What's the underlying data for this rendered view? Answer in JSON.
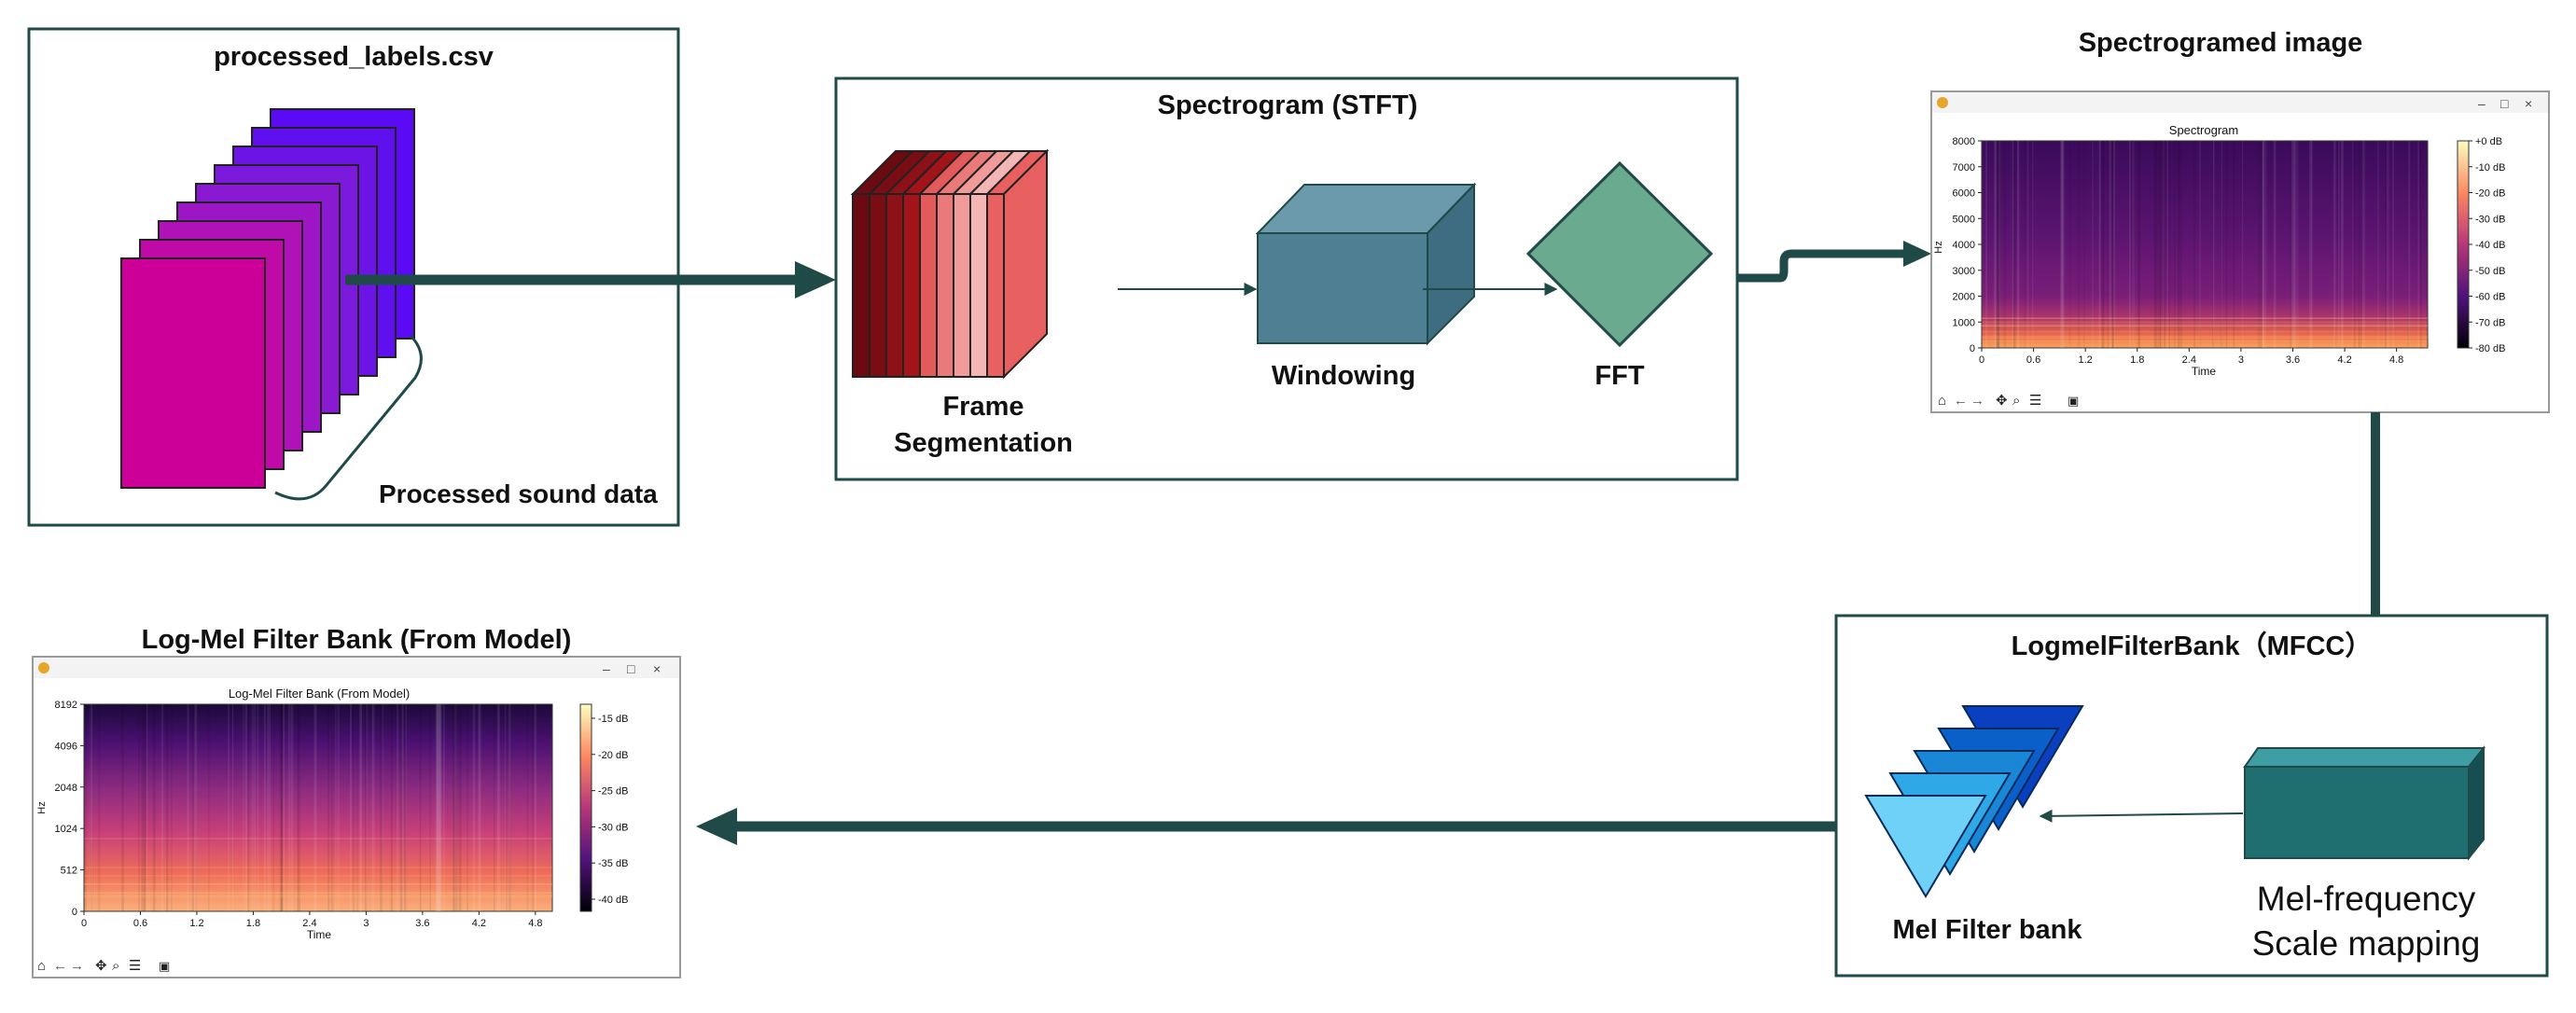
{
  "input_panel": {
    "title": "processed_labels.csv",
    "caption": "Processed sound data"
  },
  "stft_panel": {
    "title": "Spectrogram (STFT)",
    "frame_label_line1": "Frame",
    "frame_label_line2": "Segmentation",
    "windowing_label": "Windowing",
    "fft_label": "FFT"
  },
  "spectrogram_window": {
    "heading": "Spectrogramed image",
    "plot_title": "Spectrogram",
    "ylabel": "Hz",
    "xlabel": "Time",
    "y_ticks": [
      "8000",
      "7000",
      "6000",
      "5000",
      "4000",
      "3000",
      "2000",
      "1000",
      "0"
    ],
    "x_ticks": [
      "0",
      "0.6",
      "1.2",
      "1.8",
      "2.4",
      "3",
      "3.6",
      "4.2",
      "4.8"
    ],
    "colorbar_ticks": [
      "+0 dB",
      "-10 dB",
      "-20 dB",
      "-30 dB",
      "-40 dB",
      "-50 dB",
      "-60 dB",
      "-70 dB",
      "-80 dB"
    ],
    "window_controls": [
      "–",
      "□",
      "×"
    ]
  },
  "mfcc_panel": {
    "title": "LogmelFilterBank（MFCC）",
    "filter_label": "Mel Filter bank",
    "mapping_line1": "Mel-frequency",
    "mapping_line2": "Scale mapping"
  },
  "logmel_window": {
    "heading": "Log-Mel Filter Bank (From Model)",
    "plot_title": "Log-Mel Filter Bank (From Model)",
    "ylabel": "Hz",
    "xlabel": "Time",
    "y_ticks": [
      "8192",
      "4096",
      "2048",
      "1024",
      "512",
      "0"
    ],
    "x_ticks": [
      "0",
      "0.6",
      "1.2",
      "1.8",
      "2.4",
      "3",
      "3.6",
      "4.2",
      "4.8"
    ],
    "colorbar_ticks": [
      "-15 dB",
      "-20 dB",
      "-25 dB",
      "-30 dB",
      "-35 dB",
      "-40 dB"
    ],
    "window_controls": [
      "–",
      "□",
      "×"
    ]
  },
  "colors": {
    "arrow": "#1f4a48",
    "panel_border": "#1f4a48",
    "windowing_box": "#4f7f92",
    "fft_diamond": "#6aaa8e",
    "mapping_box": "#1f6f70",
    "pages": [
      "#cc0099",
      "#c00aa8",
      "#b012b8",
      "#9c16c6",
      "#8a1ad2",
      "#7b1adc",
      "#6c14e6",
      "#6010ee",
      "#5a0af5"
    ],
    "frames": [
      "#6b0a10",
      "#7a0d14",
      "#8f1118",
      "#a21419",
      "#e35a5a",
      "#ea7a7a",
      "#f09a9a",
      "#f4b5b5",
      "#e96060"
    ],
    "filters": [
      "#6fd0f8",
      "#2fa8e8",
      "#1a86d6",
      "#0b5fc8",
      "#0a3fc0"
    ]
  }
}
